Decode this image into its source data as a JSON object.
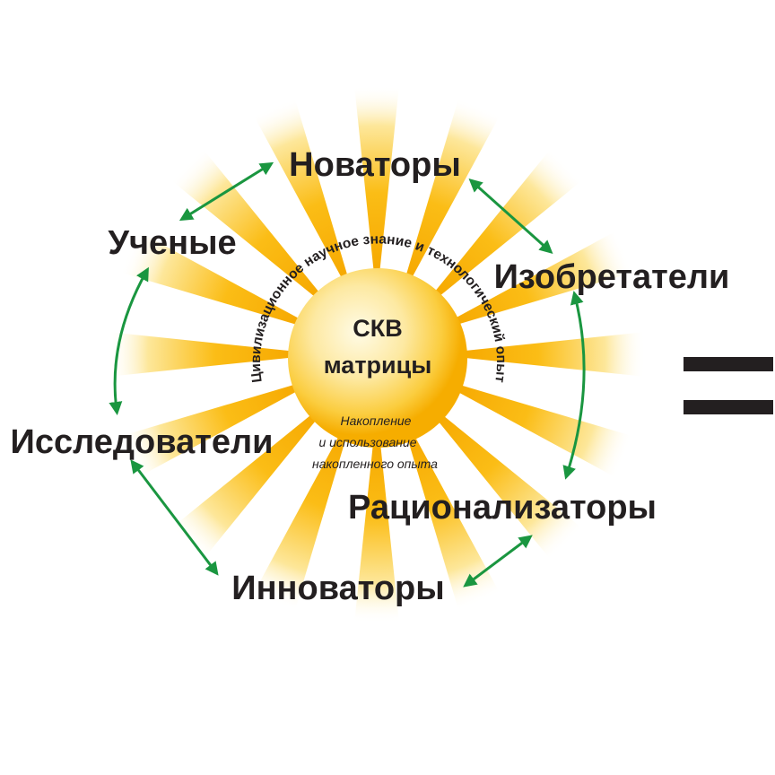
{
  "center": {
    "title_line1": "СКВ",
    "title_line2": "матрицы",
    "sub_line1": "Накопление",
    "sub_line2": "и использование",
    "sub_line3": "накопленного опыта"
  },
  "arc_text": "Цивилизационное научное знание и технологический опыт",
  "roles": {
    "novatory": "Новаторы",
    "izobretateli": "Изобретатели",
    "racionalizatory": "Рационализаторы",
    "innovatory": "Инноваторы",
    "issledovateli": "Исследователи",
    "uchenye": "Ученые"
  },
  "equals_sign": "=",
  "colors": {
    "ray": "#fbb700",
    "arrow": "#1a9640",
    "text": "#231f20"
  }
}
